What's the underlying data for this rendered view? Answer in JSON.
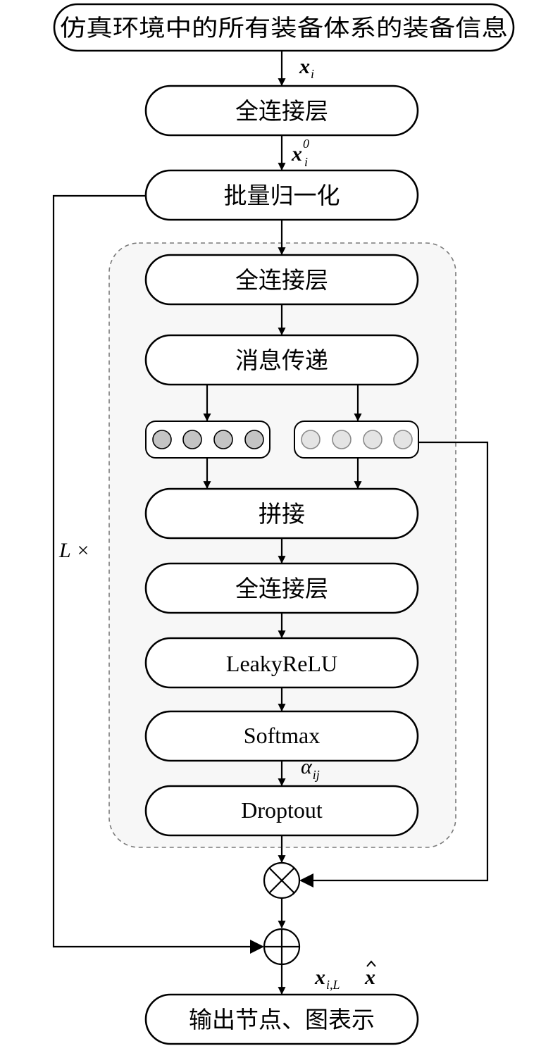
{
  "input_box": "仿真环境中的所有装备体系的装备信息",
  "fc1": "全连接层",
  "batch_norm": "批量归一化",
  "block": {
    "fc": "全连接层",
    "message_passing": "消息传递",
    "concat": "拼接",
    "fc2": "全连接层",
    "leaky_relu": "LeakyReLU",
    "softmax": "Softmax",
    "dropout": "Droptout"
  },
  "output_box": "输出节点、图表示",
  "labels": {
    "x": "x",
    "sub_i": "i",
    "sup_0": "0",
    "sub_iL": "i,L",
    "alpha": "α",
    "sub_ij": "ij",
    "repeat": "L ×"
  },
  "colors": {
    "dashed_region": "#f7f7f7",
    "dark_node": "#c4c4c4",
    "light_node": "#e4e4e4"
  }
}
